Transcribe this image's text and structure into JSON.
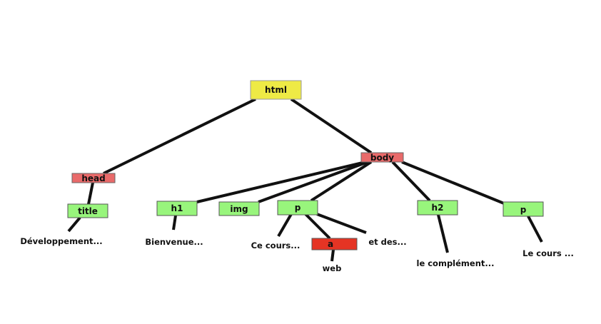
{
  "diagram": {
    "title": "DOM tree",
    "colors": {
      "root": "#eeea45",
      "section": "#e96a6a",
      "leaf": "#98f57c",
      "link": "#e53424",
      "edge": "#111111",
      "border": "#666666"
    },
    "nodes": {
      "html": "html",
      "head": "head",
      "body": "body",
      "title": "title",
      "h1": "h1",
      "img": "img",
      "p1": "p",
      "a": "a",
      "h2": "h2",
      "p2": "p"
    },
    "texts": {
      "title_text": "Développement...",
      "h1_text": "Bienvenue...",
      "p1_text1": "Ce cours...",
      "a_text": "web",
      "p1_text2": "et des...",
      "h2_text": "le complément...",
      "p2_text": "Le cours ..."
    },
    "edges": [
      [
        "html",
        "head"
      ],
      [
        "html",
        "body"
      ],
      [
        "head",
        "title"
      ],
      [
        "title",
        "title_text"
      ],
      [
        "body",
        "h1"
      ],
      [
        "body",
        "img"
      ],
      [
        "body",
        "p1"
      ],
      [
        "body",
        "h2"
      ],
      [
        "body",
        "p2"
      ],
      [
        "h1",
        "h1_text"
      ],
      [
        "p1",
        "p1_text1"
      ],
      [
        "p1",
        "a"
      ],
      [
        "p1",
        "p1_text2"
      ],
      [
        "a",
        "a_text"
      ],
      [
        "h2",
        "h2_text"
      ],
      [
        "p2",
        "p2_text"
      ]
    ]
  }
}
